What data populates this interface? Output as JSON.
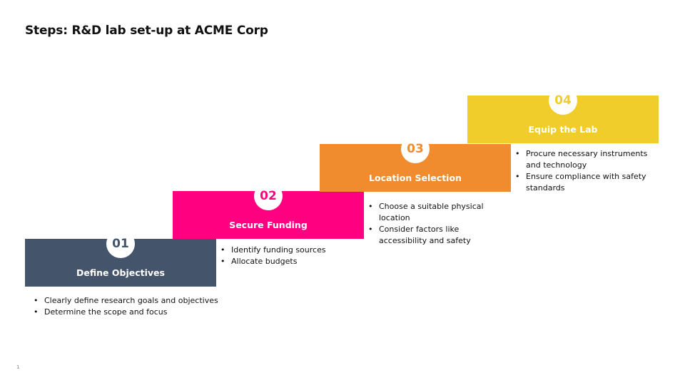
{
  "title": "Steps: R&D lab set-up at ACME Corp",
  "page_number": "1",
  "steps": [
    {
      "number": "01",
      "label": "Define Objectives",
      "color": "#44546a",
      "bullets": [
        "Clearly define research goals and objectives",
        "Determine the scope and focus"
      ]
    },
    {
      "number": "02",
      "label": "Secure Funding",
      "color": "#ff0080",
      "bullets": [
        "Identify funding sources",
        "Allocate budgets"
      ]
    },
    {
      "number": "03",
      "label": "Location Selection",
      "color": "#f08c2d",
      "bullets": [
        "Choose a suitable physical location",
        "Consider factors like accessibility and safety"
      ]
    },
    {
      "number": "04",
      "label": "Equip the Lab",
      "color": "#f0cd2a",
      "bullets": [
        "Procure necessary instruments and technology",
        "Ensure compliance with safety standards"
      ]
    }
  ]
}
